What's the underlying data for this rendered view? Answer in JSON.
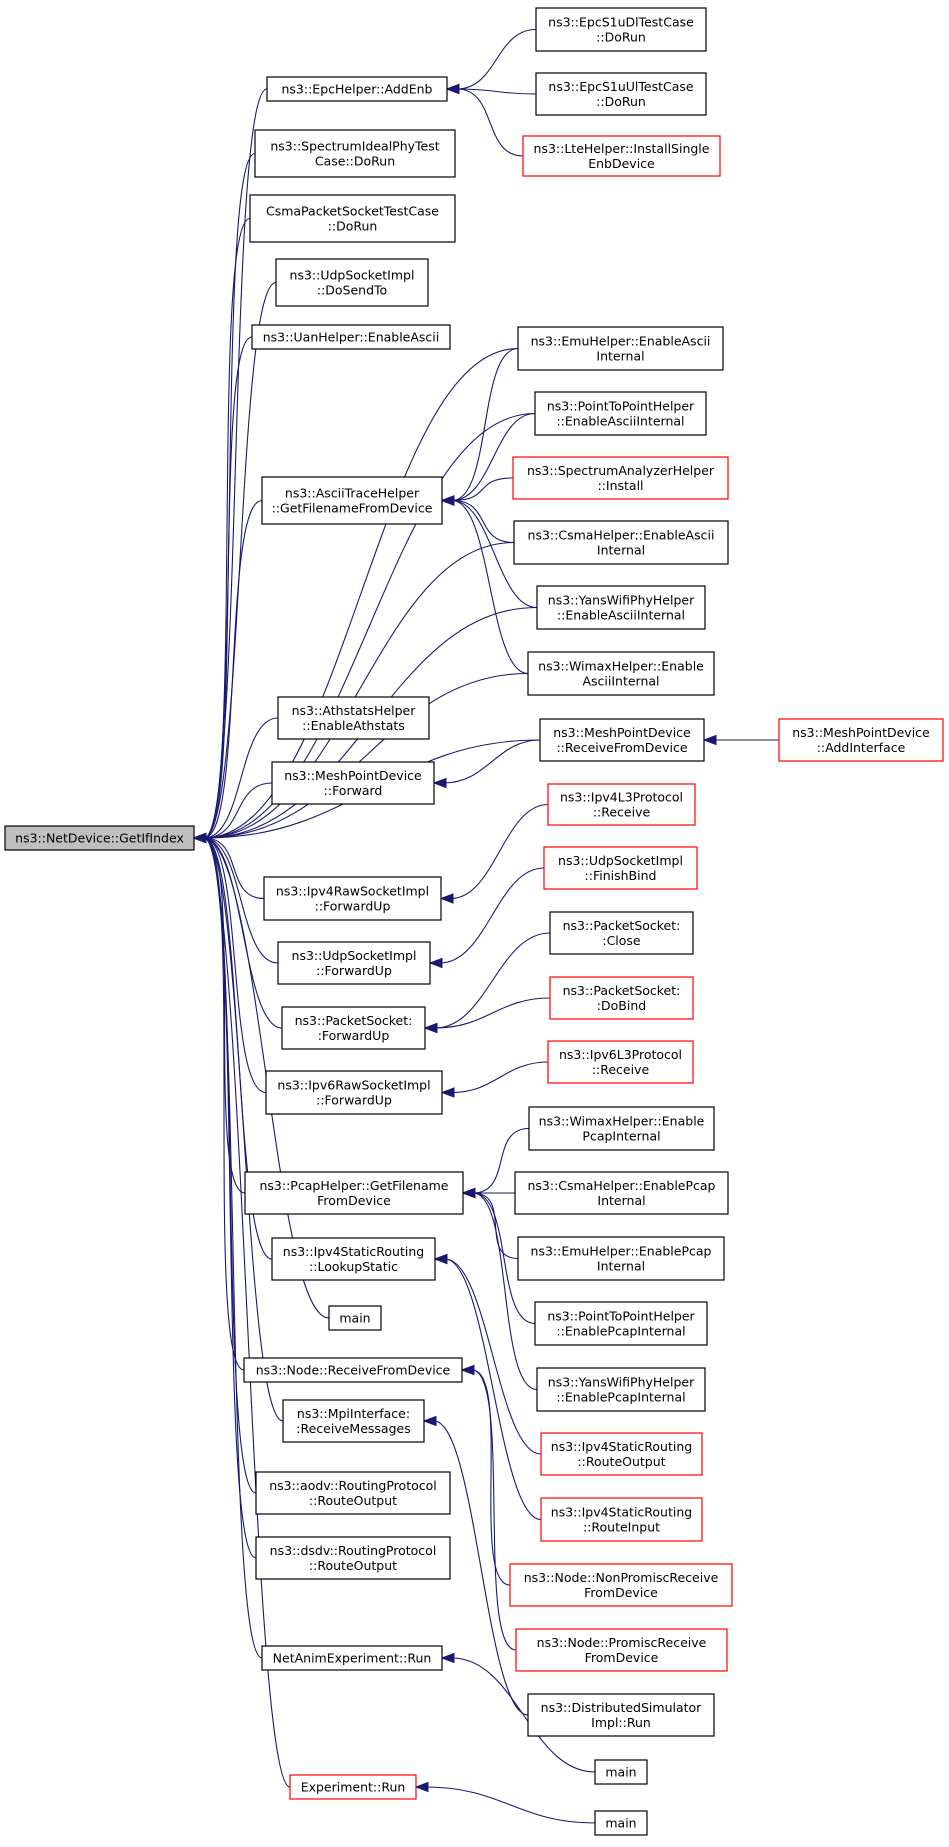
{
  "graph": {
    "kind": "caller-graph",
    "edge_color": "#191970",
    "normal_border_color": "#000000",
    "truncated_border_color": "#ff0000",
    "root_fill_color": "#bfbfbf",
    "nodes": [
      {
        "id": "getifindex",
        "lines": [
          "ns3::NetDevice::GetIfIndex"
        ],
        "root": true
      },
      {
        "id": "epc-addenb",
        "lines": [
          "ns3::EpcHelper::AddEnb"
        ]
      },
      {
        "id": "spectrum-ideal-dorun",
        "lines": [
          "ns3::SpectrumIdealPhyTest",
          "Case::DoRun"
        ]
      },
      {
        "id": "csma-packet-socket-dorun",
        "lines": [
          "CsmaPacketSocketTestCase",
          "::DoRun"
        ]
      },
      {
        "id": "udp-dosendto",
        "lines": [
          "ns3::UdpSocketImpl",
          "::DoSendTo"
        ]
      },
      {
        "id": "uan-enableascii",
        "lines": [
          "ns3::UanHelper::EnableAscii"
        ]
      },
      {
        "id": "ascii-getfilename",
        "lines": [
          "ns3::AsciiTraceHelper",
          "::GetFilenameFromDevice"
        ]
      },
      {
        "id": "athstats-enable",
        "lines": [
          "ns3::AthstatsHelper",
          "::EnableAthstats"
        ]
      },
      {
        "id": "mesh-forward",
        "lines": [
          "ns3::MeshPointDevice",
          "::Forward"
        ]
      },
      {
        "id": "ipv4raw-forwardup",
        "lines": [
          "ns3::Ipv4RawSocketImpl",
          "::ForwardUp"
        ]
      },
      {
        "id": "udp-forwardup",
        "lines": [
          "ns3::UdpSocketImpl",
          "::ForwardUp"
        ]
      },
      {
        "id": "packetsocket-forwardup",
        "lines": [
          "ns3::PacketSocket:",
          ":ForwardUp"
        ]
      },
      {
        "id": "ipv6raw-forwardup",
        "lines": [
          "ns3::Ipv6RawSocketImpl",
          "::ForwardUp"
        ]
      },
      {
        "id": "pcap-getfilename",
        "lines": [
          "ns3::PcapHelper::GetFilename",
          "FromDevice"
        ]
      },
      {
        "id": "ipv4static-lookup",
        "lines": [
          "ns3::Ipv4StaticRouting",
          "::LookupStatic"
        ]
      },
      {
        "id": "main-1",
        "lines": [
          "main"
        ]
      },
      {
        "id": "node-receivefromdevice",
        "lines": [
          "ns3::Node::ReceiveFromDevice"
        ]
      },
      {
        "id": "mpi-receivemessages",
        "lines": [
          "ns3::MpiInterface:",
          ":ReceiveMessages"
        ]
      },
      {
        "id": "aodv-routeoutput",
        "lines": [
          "ns3::aodv::RoutingProtocol",
          "::RouteOutput"
        ]
      },
      {
        "id": "dsdv-routeoutput",
        "lines": [
          "ns3::dsdv::RoutingProtocol",
          "::RouteOutput"
        ]
      },
      {
        "id": "netanim-run",
        "lines": [
          "NetAnimExperiment::Run"
        ]
      },
      {
        "id": "experiment-run",
        "lines": [
          "Experiment::Run"
        ],
        "truncated": true
      },
      {
        "id": "epcs1udl-dorun",
        "lines": [
          "ns3::EpcS1uDlTestCase",
          "::DoRun"
        ]
      },
      {
        "id": "epcs1uul-dorun",
        "lines": [
          "ns3::EpcS1uUlTestCase",
          "::DoRun"
        ]
      },
      {
        "id": "lte-installsingle",
        "lines": [
          "ns3::LteHelper::InstallSingle",
          "EnbDevice"
        ],
        "truncated": true
      },
      {
        "id": "emu-enableascii",
        "lines": [
          "ns3::EmuHelper::EnableAscii",
          "Internal"
        ]
      },
      {
        "id": "p2p-enableascii",
        "lines": [
          "ns3::PointToPointHelper",
          "::EnableAsciiInternal"
        ]
      },
      {
        "id": "spectrum-analyzer-install",
        "lines": [
          "ns3::SpectrumAnalyzerHelper",
          "::Install"
        ],
        "truncated": true
      },
      {
        "id": "csma-enableascii",
        "lines": [
          "ns3::CsmaHelper::EnableAscii",
          "Internal"
        ]
      },
      {
        "id": "yans-enableascii",
        "lines": [
          "ns3::YansWifiPhyHelper",
          "::EnableAsciiInternal"
        ]
      },
      {
        "id": "wimax-enableascii",
        "lines": [
          "ns3::WimaxHelper::Enable",
          "AsciiInternal"
        ]
      },
      {
        "id": "mesh-receivefromdevice",
        "lines": [
          "ns3::MeshPointDevice",
          "::ReceiveFromDevice"
        ]
      },
      {
        "id": "mesh-addinterface",
        "lines": [
          "ns3::MeshPointDevice",
          "::AddInterface"
        ],
        "truncated": true
      },
      {
        "id": "ipv4l3-receive",
        "lines": [
          "ns3::Ipv4L3Protocol",
          "::Receive"
        ],
        "truncated": true
      },
      {
        "id": "udp-finishbind",
        "lines": [
          "ns3::UdpSocketImpl",
          "::FinishBind"
        ],
        "truncated": true
      },
      {
        "id": "packetsocket-close",
        "lines": [
          "ns3::PacketSocket:",
          ":Close"
        ]
      },
      {
        "id": "packetsocket-dobind",
        "lines": [
          "ns3::PacketSocket:",
          ":DoBind"
        ],
        "truncated": true
      },
      {
        "id": "ipv6l3-receive",
        "lines": [
          "ns3::Ipv6L3Protocol",
          "::Receive"
        ],
        "truncated": true
      },
      {
        "id": "wimax-enablepcap",
        "lines": [
          "ns3::WimaxHelper::Enable",
          "PcapInternal"
        ]
      },
      {
        "id": "csma-enablepcap",
        "lines": [
          "ns3::CsmaHelper::EnablePcap",
          "Internal"
        ]
      },
      {
        "id": "emu-enablepcap",
        "lines": [
          "ns3::EmuHelper::EnablePcap",
          "Internal"
        ]
      },
      {
        "id": "p2p-enablepcap",
        "lines": [
          "ns3::PointToPointHelper",
          "::EnablePcapInternal"
        ]
      },
      {
        "id": "yans-enablepcap",
        "lines": [
          "ns3::YansWifiPhyHelper",
          "::EnablePcapInternal"
        ]
      },
      {
        "id": "ipv4static-routeoutput",
        "lines": [
          "ns3::Ipv4StaticRouting",
          "::RouteOutput"
        ],
        "truncated": true
      },
      {
        "id": "ipv4static-routeinput",
        "lines": [
          "ns3::Ipv4StaticRouting",
          "::RouteInput"
        ],
        "truncated": true
      },
      {
        "id": "node-nonpromisc",
        "lines": [
          "ns3::Node::NonPromiscReceive",
          "FromDevice"
        ],
        "truncated": true
      },
      {
        "id": "node-promisc",
        "lines": [
          "ns3::Node::PromiscReceive",
          "FromDevice"
        ],
        "truncated": true
      },
      {
        "id": "distsim-run",
        "lines": [
          "ns3::DistributedSimulator",
          "Impl::Run"
        ]
      },
      {
        "id": "main-2",
        "lines": [
          "main"
        ]
      },
      {
        "id": "main-3",
        "lines": [
          "main"
        ]
      }
    ],
    "edges": [
      [
        "epc-addenb",
        "getifindex"
      ],
      [
        "spectrum-ideal-dorun",
        "getifindex"
      ],
      [
        "csma-packet-socket-dorun",
        "getifindex"
      ],
      [
        "udp-dosendto",
        "getifindex"
      ],
      [
        "uan-enableascii",
        "getifindex"
      ],
      [
        "emu-enableascii",
        "getifindex"
      ],
      [
        "p2p-enableascii",
        "getifindex"
      ],
      [
        "ascii-getfilename",
        "getifindex"
      ],
      [
        "csma-enableascii",
        "getifindex"
      ],
      [
        "yans-enableascii",
        "getifindex"
      ],
      [
        "wimax-enableascii",
        "getifindex"
      ],
      [
        "athstats-enable",
        "getifindex"
      ],
      [
        "mesh-forward",
        "getifindex"
      ],
      [
        "mesh-receivefromdevice",
        "getifindex"
      ],
      [
        "ipv4raw-forwardup",
        "getifindex"
      ],
      [
        "udp-forwardup",
        "getifindex"
      ],
      [
        "packetsocket-forwardup",
        "getifindex"
      ],
      [
        "ipv6raw-forwardup",
        "getifindex"
      ],
      [
        "pcap-getfilename",
        "getifindex"
      ],
      [
        "ipv4static-lookup",
        "getifindex"
      ],
      [
        "main-1",
        "getifindex"
      ],
      [
        "node-receivefromdevice",
        "getifindex"
      ],
      [
        "mpi-receivemessages",
        "getifindex"
      ],
      [
        "aodv-routeoutput",
        "getifindex"
      ],
      [
        "dsdv-routeoutput",
        "getifindex"
      ],
      [
        "netanim-run",
        "getifindex"
      ],
      [
        "experiment-run",
        "getifindex"
      ],
      [
        "epcs1udl-dorun",
        "epc-addenb"
      ],
      [
        "epcs1uul-dorun",
        "epc-addenb"
      ],
      [
        "lte-installsingle",
        "epc-addenb"
      ],
      [
        "emu-enableascii",
        "ascii-getfilename"
      ],
      [
        "p2p-enableascii",
        "ascii-getfilename"
      ],
      [
        "spectrum-analyzer-install",
        "ascii-getfilename"
      ],
      [
        "csma-enableascii",
        "ascii-getfilename"
      ],
      [
        "yans-enableascii",
        "ascii-getfilename"
      ],
      [
        "wimax-enableascii",
        "ascii-getfilename"
      ],
      [
        "mesh-receivefromdevice",
        "mesh-forward"
      ],
      [
        "mesh-addinterface",
        "mesh-receivefromdevice"
      ],
      [
        "ipv4l3-receive",
        "ipv4raw-forwardup"
      ],
      [
        "udp-finishbind",
        "udp-forwardup"
      ],
      [
        "packetsocket-close",
        "packetsocket-forwardup"
      ],
      [
        "packetsocket-dobind",
        "packetsocket-forwardup"
      ],
      [
        "ipv6l3-receive",
        "ipv6raw-forwardup"
      ],
      [
        "wimax-enablepcap",
        "pcap-getfilename"
      ],
      [
        "csma-enablepcap",
        "pcap-getfilename"
      ],
      [
        "emu-enablepcap",
        "pcap-getfilename"
      ],
      [
        "p2p-enablepcap",
        "pcap-getfilename"
      ],
      [
        "yans-enablepcap",
        "pcap-getfilename"
      ],
      [
        "ipv4static-routeoutput",
        "ipv4static-lookup"
      ],
      [
        "ipv4static-routeinput",
        "ipv4static-lookup"
      ],
      [
        "node-nonpromisc",
        "node-receivefromdevice"
      ],
      [
        "node-promisc",
        "node-receivefromdevice"
      ],
      [
        "distsim-run",
        "mpi-receivemessages"
      ],
      [
        "main-2",
        "netanim-run"
      ],
      [
        "main-3",
        "experiment-run"
      ]
    ]
  }
}
